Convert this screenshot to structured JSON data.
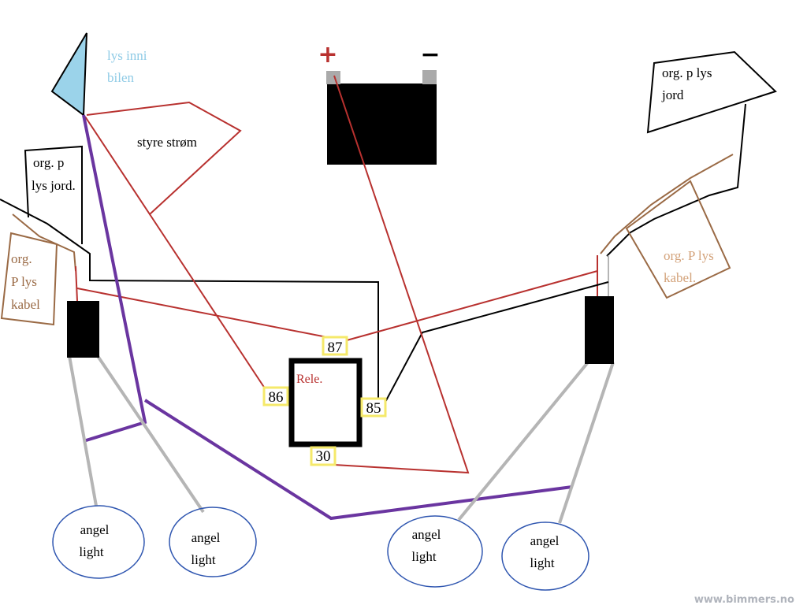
{
  "battery": {
    "plus": "+",
    "minus": "−"
  },
  "labels": {
    "lys_inni_1": "lys inni",
    "lys_inni_2": "bilen",
    "styre": "styre strøm",
    "left_jord_1": "org. p",
    "left_jord_2": "lys jord.",
    "left_kabel_1": "org.",
    "left_kabel_2": "P lys",
    "left_kabel_3": "kabel",
    "right_jord_1": "org.  p lys",
    "right_jord_2": "jord",
    "right_kabel_1": "org. P lys",
    "right_kabel_2": "kabel."
  },
  "relay": {
    "name": "Rele.",
    "pin87": "87",
    "pin86": "86",
    "pin85": "85",
    "pin30": "30"
  },
  "lights": [
    {
      "line1": "angel",
      "line2": "light"
    },
    {
      "line1": "angel",
      "line2": "light"
    },
    {
      "line1": "angel",
      "line2": "light"
    },
    {
      "line1": "angel",
      "line2": "light"
    }
  ],
  "watermark": "www.bimmers.no",
  "colors": {
    "red": "#b8312f",
    "purple": "#6a35a0",
    "grey": "#b5b5b5",
    "brown": "#9a6a45",
    "lightblue": "#9bd3ea",
    "pinbox": "#f5e96a"
  }
}
